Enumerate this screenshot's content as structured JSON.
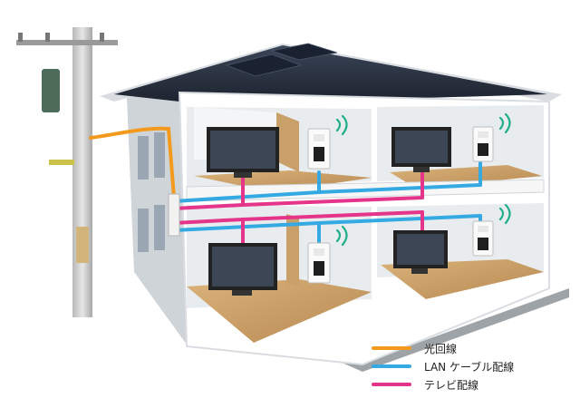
{
  "colors": {
    "fiber": "#f39a1e",
    "lan": "#35a9e1",
    "tv": "#e4358a",
    "roof": "#2b3442",
    "wall": "#eef0f2",
    "floor": "#c9a06a"
  },
  "legend": [
    {
      "label": "光回線",
      "color": "#f39a1e"
    },
    {
      "label": "LAN ケーブル配線",
      "color": "#35a9e1"
    },
    {
      "label": "テレビ配線",
      "color": "#e4358a"
    }
  ],
  "icons": [
    "utility-pole-icon",
    "tv-icon",
    "wall-outlet-icon",
    "wifi-icon",
    "solar-panel-icon"
  ]
}
